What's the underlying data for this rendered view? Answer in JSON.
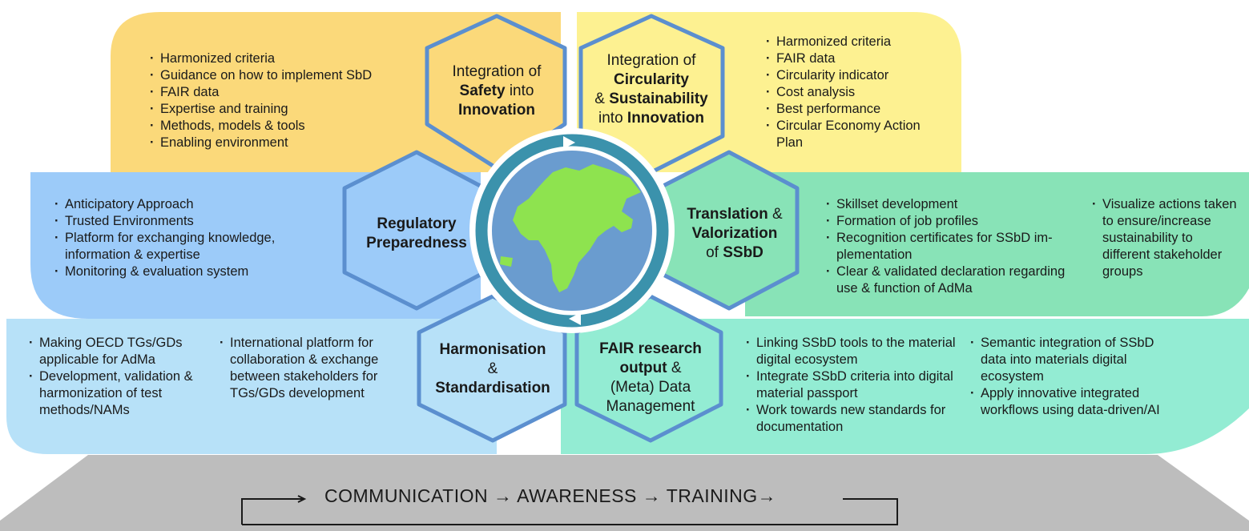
{
  "colors": {
    "orange_band": "#fbd97a",
    "yellow_band": "#fdf191",
    "blue_band": "#9ccbf9",
    "green_band": "#88e3b7",
    "lightblue_band": "#b7e1f8",
    "teal_band": "#93ecd3",
    "footer": "#bdbdbd",
    "hex_border": "#5b8fcf",
    "ring": "#3b92ac",
    "ocean": "#6a9ccf",
    "land": "#8ee34f"
  },
  "hexes": {
    "safety": {
      "l1": "Integration of",
      "l2a": "Safety",
      "l2b": " into",
      "l3": "Innovation"
    },
    "circularity": {
      "l1": "Integration of",
      "l2": "Circularity",
      "l3a": "& ",
      "l3b": "Sustainability",
      "l4a": "into ",
      "l4b": "Innovation"
    },
    "regulatory": {
      "l1": "Regulatory",
      "l2": "Preparedness"
    },
    "translation": {
      "l1a": "Translation",
      "l1b": " &",
      "l2": "Valorization",
      "l3a": "of ",
      "l3b": "SSbD"
    },
    "harmonisation": {
      "l1": "Harmonisation",
      "l2": "&",
      "l3": "Standardisation"
    },
    "fair": {
      "l1": "FAIR research",
      "l2a": "output",
      "l2b": " &",
      "l3": "(Meta) Data",
      "l4": "Management"
    }
  },
  "lists": {
    "safety": [
      "Harmonized criteria",
      "Guidance on how to implement SbD",
      "FAIR data",
      "Expertise and training",
      "Methods, models & tools",
      "Enabling environment"
    ],
    "circularity": [
      "Harmonized criteria",
      "FAIR data",
      "Circularity indicator",
      "Cost analysis",
      "Best performance",
      "Circular Economy Action Plan"
    ],
    "regulatory": [
      "Anticipatory Approach",
      "Trusted Environments",
      "Platform for exchanging knowledge, information & expertise",
      "Monitoring & evaluation system"
    ],
    "translation_a": [
      "Skillset development",
      "Formation of job profiles",
      "Recognition certificates for SSbD im-plementation",
      "Clear & validated declaration regarding use & function of AdMa"
    ],
    "translation_b": [
      "Visualize actions taken to ensure/increase sustainability to different stakeholder groups"
    ],
    "harmonisation_a": [
      "Making OECD TGs/GDs applicable for AdMa",
      "Development, validation & harmonization of test methods/NAMs"
    ],
    "harmonisation_b": [
      "International platform for collaboration & exchange between stakeholders for TGs/GDs development"
    ],
    "fair_a": [
      "Linking SSbD tools to the material digital ecosystem",
      "Integrate SSbD criteria into digital material passport",
      "Work towards new standards for  documentation"
    ],
    "fair_b": [
      "Semantic integration of SSbD data into materials digital ecosystem",
      "Apply innovative integrated workflows using data-driven/AI"
    ]
  },
  "footer": {
    "text": "COMMUNICATION → AWARENESS → TRAINING→"
  }
}
